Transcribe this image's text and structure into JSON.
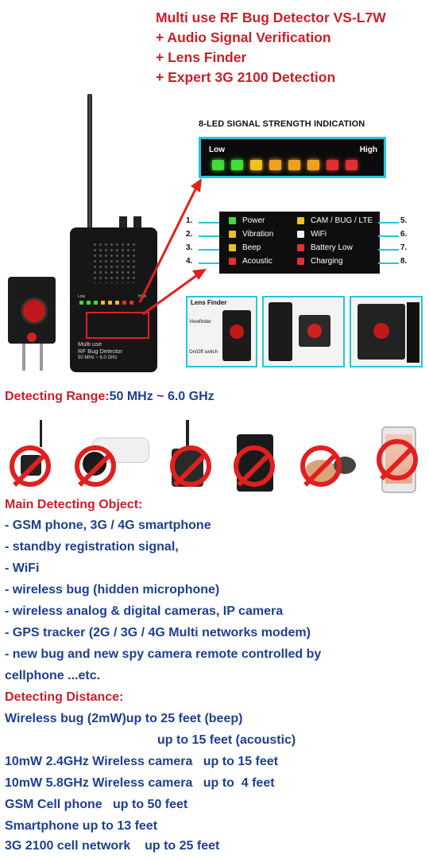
{
  "header": {
    "title": "Multi use RF Bug Detector VS-L7W",
    "features": [
      "+ Audio Signal Verification",
      "+ Lens Finder",
      "+ Expert 3G 2100 Detection"
    ]
  },
  "led_panel": {
    "title": "8-LED SIGNAL STRENGTH INDICATION",
    "low": "Low",
    "high": "High",
    "colors": [
      "#3fdc3a",
      "#3fdc3a",
      "#f0c020",
      "#f0a020",
      "#f0a020",
      "#f0a020",
      "#e03030",
      "#e03030"
    ]
  },
  "legend": {
    "items": [
      {
        "num": "1.",
        "label": "Power",
        "color": "#3fdc3a"
      },
      {
        "num": "2.",
        "label": "Vibration",
        "color": "#f0c020"
      },
      {
        "num": "3.",
        "label": "Beep",
        "color": "#f0c020"
      },
      {
        "num": "4.",
        "label": "Acoustic",
        "color": "#e03030"
      },
      {
        "num": "5.",
        "label": "CAM / BUG / LTE",
        "color": "#f0c020"
      },
      {
        "num": "6.",
        "label": "WiFi",
        "color": "#f4f4ff"
      },
      {
        "num": "7.",
        "label": "Battery Low",
        "color": "#e03030"
      },
      {
        "num": "8.",
        "label": "Charging",
        "color": "#e03030"
      }
    ]
  },
  "device": {
    "label1": "Multi use",
    "label2": "RF Bug Detector",
    "label3": "50 MHz ~ 6.0 GHz"
  },
  "lens_finder": {
    "title": "Lens Finder",
    "viewfinder": "Viewfinder",
    "switch": "On/Off switch"
  },
  "range": {
    "label": "Detecting Range:",
    "value": "50 MHz ~ 6.0 GHz"
  },
  "objects": {
    "heading": "Main Detecting Object:",
    "items": [
      "- GSM phone, 3G / 4G smartphone",
      "- standby registration signal,",
      "- WiFi",
      "- wireless bug (hidden microphone)",
      "- wireless analog & digital cameras, IP camera",
      "- GPS tracker (2G / 3G / 4G Multi networks modem)",
      "- new bug and new spy camera remote controlled by",
      "cellphone ...etc."
    ]
  },
  "distance": {
    "heading": "Detecting Distance:",
    "lines": [
      "Wireless bug (2mW)up to 25 feet (beep)",
      "up to 15 feet (acoustic)",
      "10mW 2.4GHz Wireless camera   up to 15 feet",
      "10mW 5.8GHz Wireless camera   up to  4 feet",
      "GSM Cell phone   up to 50 feet",
      "Smartphone up to 13 feet",
      "3G 2100 cell network    up to 25 feet"
    ]
  }
}
